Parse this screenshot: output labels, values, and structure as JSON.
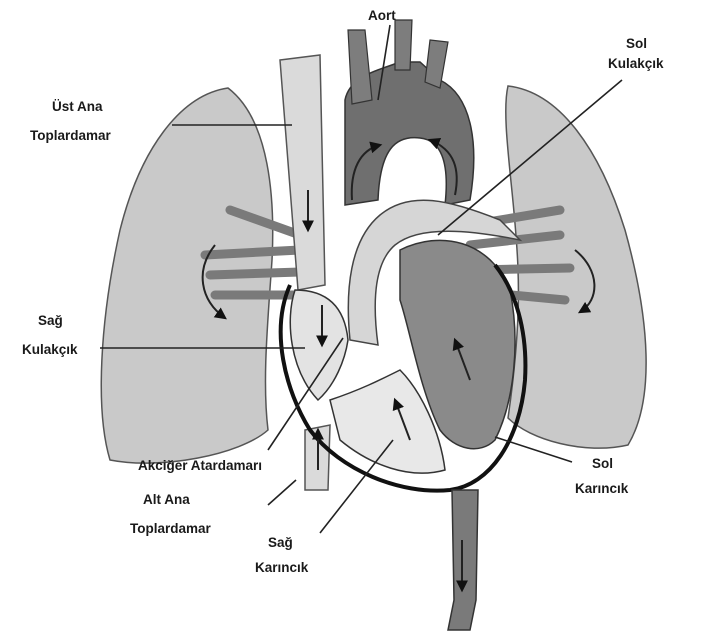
{
  "labels": {
    "aort": "Aort",
    "sol_kulakcik_1": "Sol",
    "sol_kulakcik_2": "Kulakçık",
    "ust_ana_1": "Üst Ana",
    "ust_ana_2": "Toplardamar",
    "sag_kulakcik_1": "Sağ",
    "sag_kulakcik_2": "Kulakçık",
    "akciger_atardamari": "Akciğer Atardamarı",
    "alt_ana_1": "Alt Ana",
    "alt_ana_2": "Toplardamar",
    "sag_karincik_1": "Sağ",
    "sag_karincik_2": "Karıncık",
    "sol_karincik_1": "Sol",
    "sol_karincik_2": "Karıncık"
  },
  "colors": {
    "lung": "#c9c9c9",
    "light_vessel": "#dadada",
    "aorta_dark": "#6f6f6f",
    "left_heart": "#8a8a8a",
    "outline": "#1a1a1a"
  }
}
